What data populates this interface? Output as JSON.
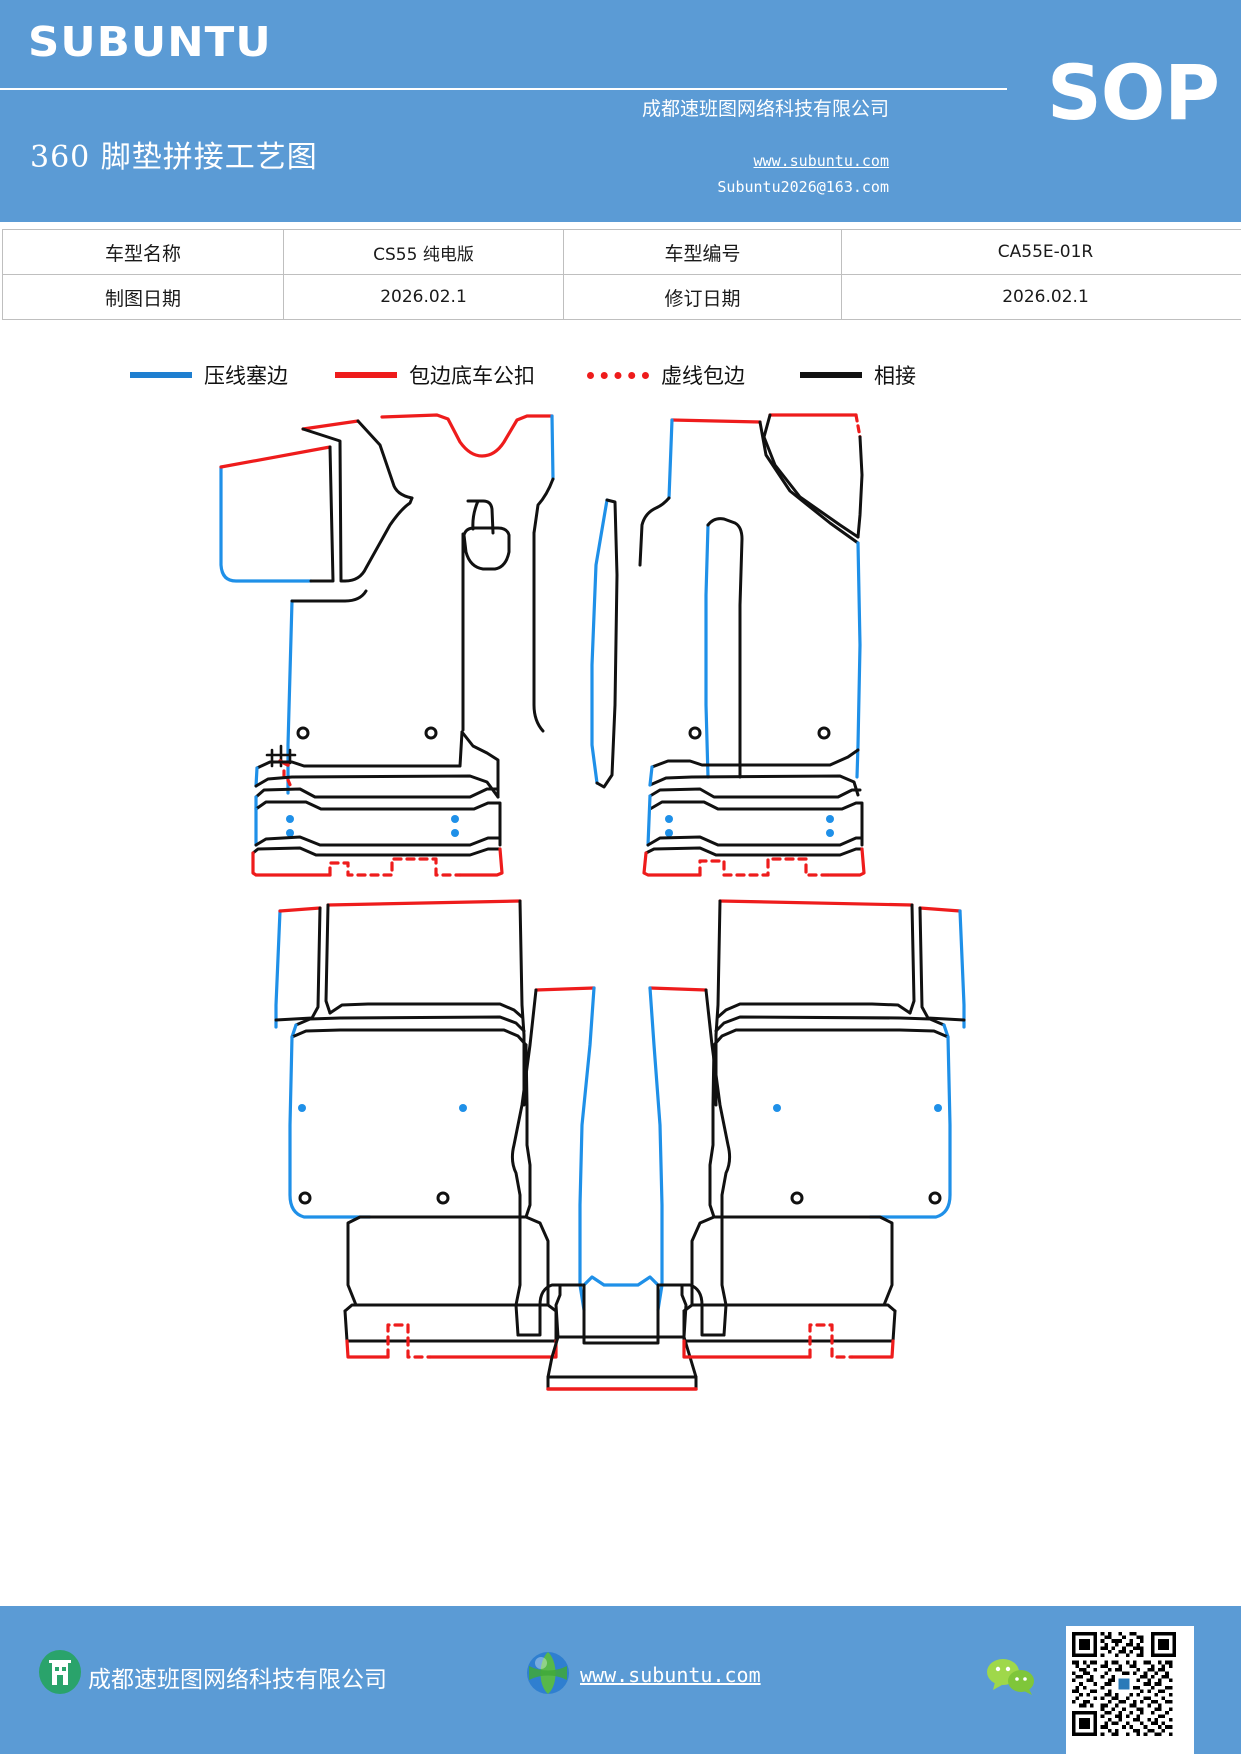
{
  "header": {
    "brand": "SUBUNTU",
    "badge": "SOP",
    "doc_title": "360 脚垫拼接工艺图",
    "company": "成都速班图网络科技有限公司",
    "website": "www.subuntu.com",
    "email": "Subuntu2026@163.com",
    "background_color": "#5b9bd5"
  },
  "info_table": {
    "rows": [
      {
        "label1": "车型名称",
        "value1": "CS55 纯电版",
        "label2": "车型编号",
        "value2": "CA55E-01R"
      },
      {
        "label1": "制图日期",
        "value1": "2026.02.1",
        "label2": "修订日期",
        "value2": "2026.02.1"
      }
    ]
  },
  "legend": {
    "items": [
      {
        "label": "压线塞边",
        "color": "#1f7fd0",
        "style": "solid"
      },
      {
        "label": "包边底车公扣",
        "color": "#ee1c1c",
        "style": "solid"
      },
      {
        "label": "虚线包边",
        "color": "#ee1c1c",
        "style": "dotted"
      },
      {
        "label": "相接",
        "color": "#111111",
        "style": "solid"
      }
    ]
  },
  "drawing": {
    "name": "360-floor-mat-splice-process-diagram",
    "parts": [
      {
        "id": "front-left-mat",
        "label": "front driver side mat"
      },
      {
        "id": "front-right-mat",
        "label": "front passenger side mat"
      },
      {
        "id": "rear-left-mat",
        "label": "rear left mat"
      },
      {
        "id": "rear-center-mat",
        "label": "rear center tunnel mat"
      },
      {
        "id": "rear-right-mat",
        "label": "rear right mat"
      }
    ],
    "colors": {
      "seam_blue": "#1f90e8",
      "edge_red": "#ee1c1c",
      "outline_black": "#111111"
    }
  },
  "footer": {
    "company": "成都速班图网络科技有限公司",
    "website": "www.subuntu.com",
    "background_color": "#5b9bd5"
  }
}
